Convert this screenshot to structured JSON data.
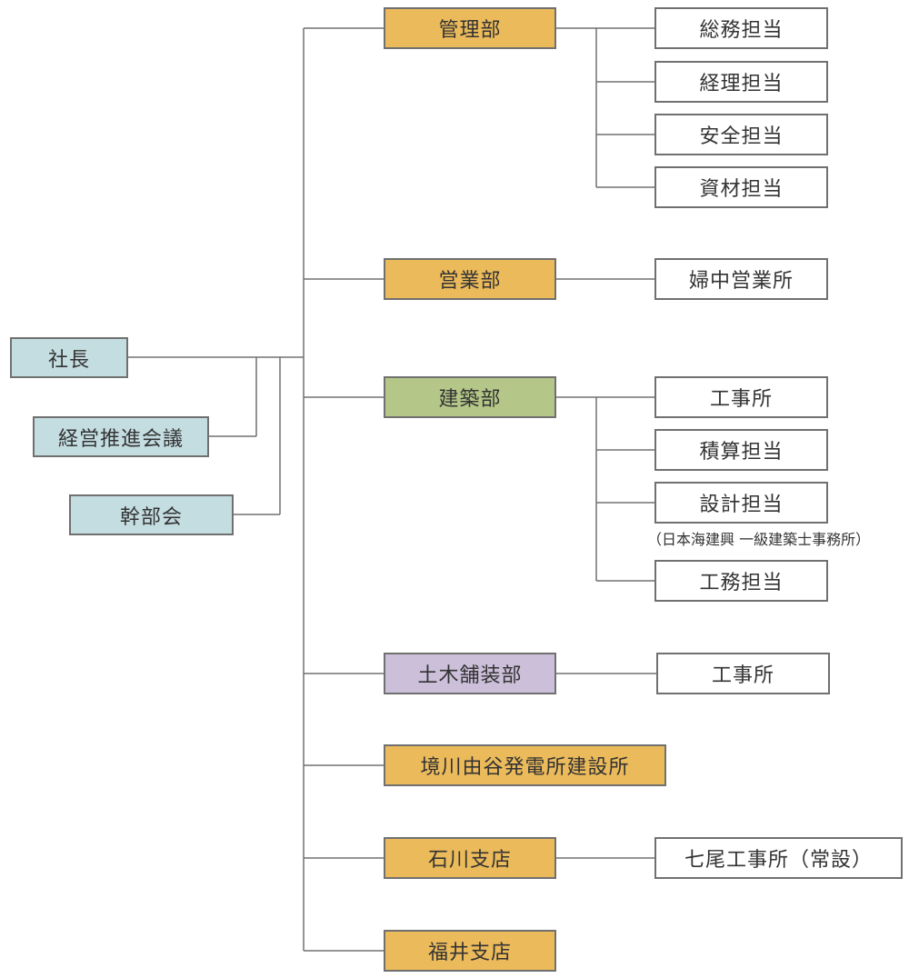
{
  "colors": {
    "executive": "#c4dde1",
    "department_orange": "#ebba5b",
    "department_green": "#b5c788",
    "department_purple": "#cbbfd9",
    "sub_unit": "#ffffff",
    "line": "#707070"
  },
  "president": "社長",
  "councils": [
    "経営推進会議",
    "幹部会"
  ],
  "departments": {
    "kanri": {
      "label": "管理部",
      "units": [
        "総務担当",
        "経理担当",
        "安全担当",
        "資材担当"
      ]
    },
    "eigyo": {
      "label": "営業部",
      "units": [
        "婦中営業所"
      ]
    },
    "kenchiku": {
      "label": "建築部",
      "units": [
        "工事所",
        "積算担当",
        "設計担当",
        "工務担当"
      ],
      "note": "（日本海建興 一級建築士事務所）"
    },
    "doboku": {
      "label": "土木舗装部",
      "units": [
        "工事所"
      ]
    },
    "sakaigawa": {
      "label": "境川由谷発電所建設所"
    },
    "ishikawa": {
      "label": "石川支店",
      "units": [
        "七尾工事所（常設）"
      ]
    },
    "fukui": {
      "label": "福井支店"
    }
  }
}
